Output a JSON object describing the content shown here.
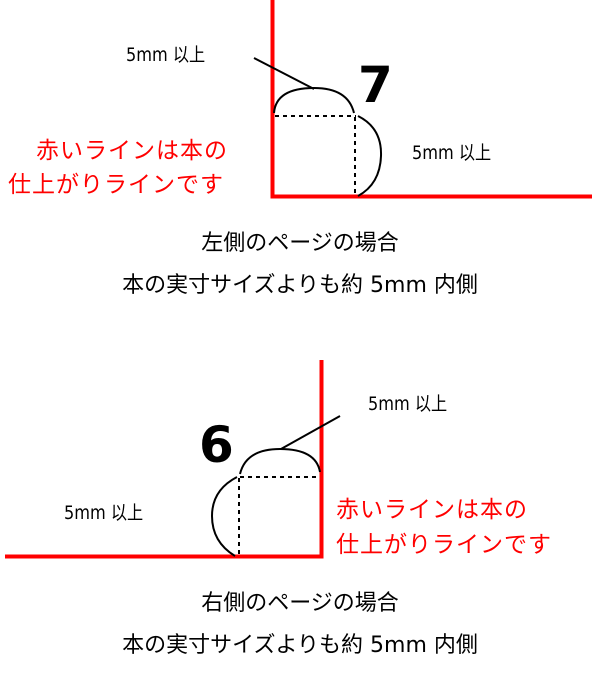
{
  "colors": {
    "trim_line": "#ff0000",
    "ink": "#000000",
    "background": "#ffffff"
  },
  "left_page": {
    "page_number": "7",
    "margin_label_top": "5mm 以上",
    "margin_label_side": "5mm 以上",
    "note_line1": "赤いラインは本の",
    "note_line2": "仕上がりラインです",
    "caption_line1": "左側のページの場合",
    "caption_line2": "本の実寸サイズよりも約 5mm 内側"
  },
  "right_page": {
    "page_number": "6",
    "margin_label_top": "5mm 以上",
    "margin_label_side": "5mm 以上",
    "note_line1": "赤いラインは本の",
    "note_line2": "仕上がりラインです",
    "caption_line1": "右側のページの場合",
    "caption_line2": "本の実寸サイズよりも約 5mm 内側"
  }
}
